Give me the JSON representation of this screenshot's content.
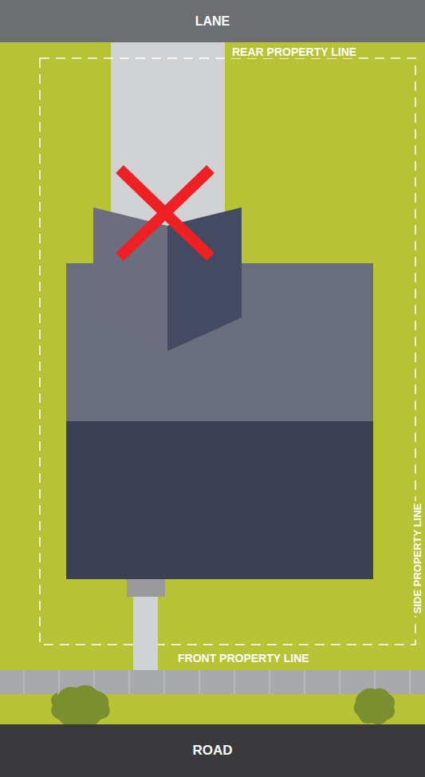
{
  "diagram": {
    "nodes": [
      {
        "text": [
          "LANE"
        ]
      },
      {
        "text": [
          "ROAD"
        ]
      }
    ],
    "labels": [
      "REAR PROPERTY LINE",
      "FRONT PROPERTY LINE",
      "SIDE PROPERTY LINE"
    ]
  }
}
